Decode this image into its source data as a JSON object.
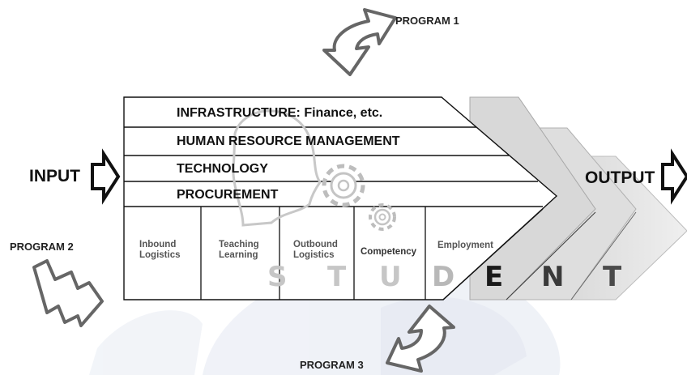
{
  "programs": {
    "program_1": "PROGRAM 1",
    "program_2": "PROGRAM 2",
    "program_3": "PROGRAM 3"
  },
  "flow": {
    "input": "INPUT",
    "output": "OUTPUT"
  },
  "support_activities": [
    "INFRASTRUCTURE: Finance, etc.",
    "HUMAN RESOURCE MANAGEMENT",
    "TECHNOLOGY",
    "PROCUREMENT"
  ],
  "primary_activities": [
    {
      "line1": "Inbound",
      "line2": "Logistics"
    },
    {
      "line1": "Teaching",
      "line2": "Learning"
    },
    {
      "line1": "Outbound",
      "line2": "Logistics"
    },
    {
      "line1": "Competency",
      "line2": ""
    },
    {
      "line1": "Employment",
      "line2": ""
    }
  ],
  "student_letters": [
    "S",
    "T",
    "U",
    "D",
    "E",
    "N",
    "T"
  ],
  "colors": {
    "line": "#111111",
    "arrow_outline": "#555555",
    "faded_letter": "#b8b8b8",
    "dark_letter": "#1a1a1a",
    "chevron_fill": "#dcdcdc",
    "watermark": "#cfd6e6"
  }
}
